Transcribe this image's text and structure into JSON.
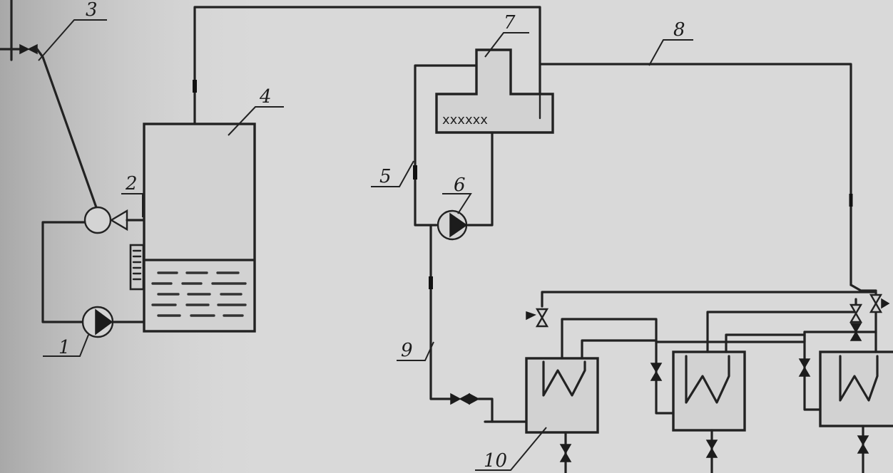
{
  "labels": {
    "l1": "1",
    "l2": "2",
    "l3": "3",
    "l4": "4",
    "l5": "5",
    "l6": "6",
    "l7": "7",
    "l8": "8",
    "l9": "9",
    "l10": "10"
  },
  "colors": {
    "background": "#d9d9d9",
    "line": "#222222"
  }
}
